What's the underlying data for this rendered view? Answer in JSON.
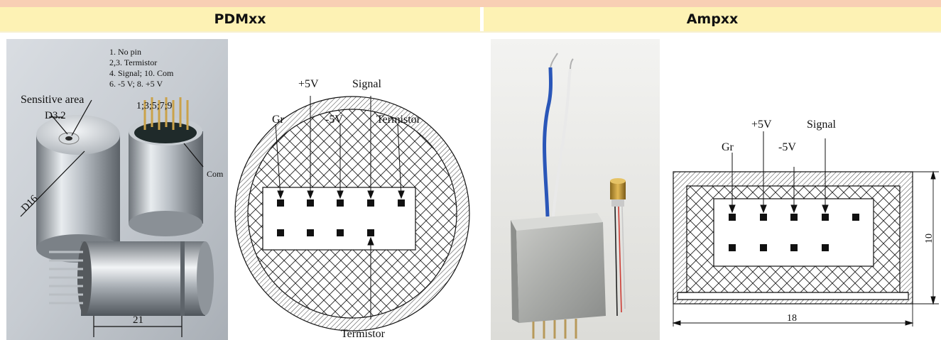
{
  "panels": {
    "left_title": "PDMxx",
    "right_title": "Ampxx"
  },
  "photo1": {
    "legend_line1": "1. No pin",
    "legend_line2": "2,3. Termistor",
    "legend_line3": "4. Signal; 10. Com",
    "legend_line4": "6. -5 V; 8. +5 V",
    "sensitive_area": "Sensitive area",
    "aperture": "D3.2",
    "pins_odd": "1;3;5;7;9",
    "com": "Com",
    "diameter": "D16",
    "length": "21"
  },
  "diagram1": {
    "gr": "Gr",
    "plus5": "+5V",
    "minus5": "-5V",
    "signal": "Signal",
    "termistor_top": "Termistor",
    "termistor_bottom": "Termistor"
  },
  "diagram2": {
    "gr": "Gr",
    "plus5": "+5V",
    "minus5": "-5V",
    "signal": "Signal",
    "width_dim": "18",
    "height_dim": "10"
  }
}
